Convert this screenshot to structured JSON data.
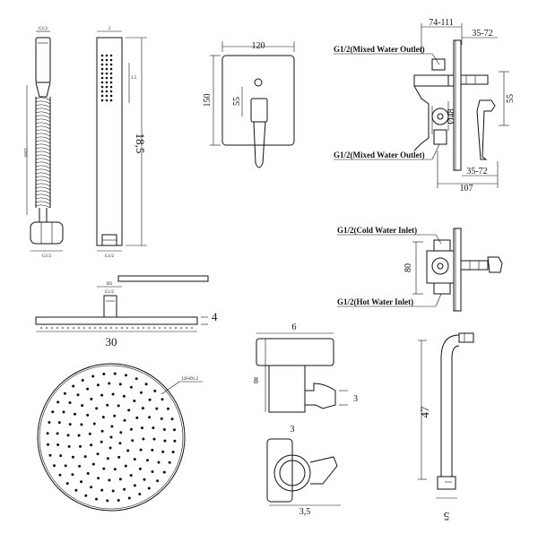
{
  "hose": {
    "top_label": "G1/2",
    "length_label": "1500",
    "bottom_label": "G1/2"
  },
  "hand_shower": {
    "top_label": "2",
    "side_label": "3.5",
    "length_label": "18,5",
    "bottom_label": "G1/2"
  },
  "plate": {
    "width_label": "120",
    "height_label": "150",
    "offset_label": "55"
  },
  "valve_side": {
    "top_dim_a": "74-111",
    "top_dim_b": "35-72",
    "right_dim": "55",
    "dia_label": "Ø48",
    "bottom_dim_a": "35-72",
    "bottom_dim_b": "107",
    "outlet_top": "G1/2(Mixed Water Outlet)",
    "outlet_bottom": "G1/2(Mixed Water Outlet)"
  },
  "valve_inlet": {
    "cold_label": "G1/2(Cold Water Inlet)",
    "hot_label": "G1/2(Hot Water Inlet)",
    "height_label": "80"
  },
  "head_side": {
    "top_label": "Ø2",
    "mid_label": "G1/2",
    "thickness_label": "4",
    "width_label": "30"
  },
  "round_head": {
    "nozzle_label": "126-Ø1.2"
  },
  "bracket": {
    "width_label": "6",
    "height_label": "8",
    "depth_label": "3",
    "lower_top_label": "3",
    "lower_bottom_label": "3,5"
  },
  "arm": {
    "length_label": "47",
    "bottom_label": "5"
  }
}
